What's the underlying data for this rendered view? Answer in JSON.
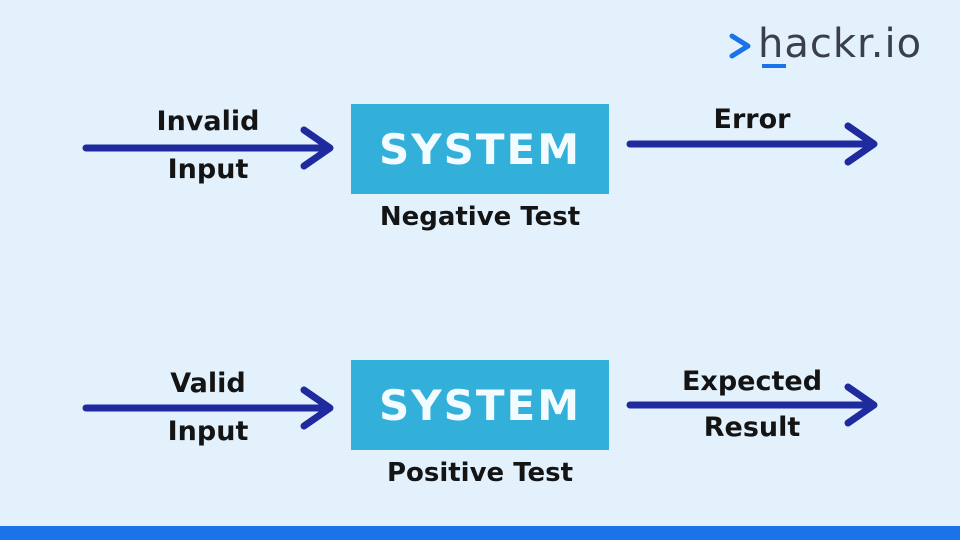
{
  "logo": {
    "text": "hackr.io",
    "colors": {
      "chevron": "#1a73e8",
      "text": "#3a3f4a"
    }
  },
  "diagrams": {
    "negative": {
      "input_line1": "Invalid",
      "input_line2": "Input",
      "system_label": "SYSTEM",
      "output_line1": "Error",
      "caption": "Negative Test"
    },
    "positive": {
      "input_line1": "Valid",
      "input_line2": "Input",
      "system_label": "SYSTEM",
      "output_line1": "Expected",
      "output_line2": "Result",
      "caption": "Positive Test"
    }
  },
  "colors": {
    "background": "#e3f1fc",
    "system_box": "#33b0d9",
    "arrow": "#1f2a9e",
    "bottom_bar": "#1a73e8"
  }
}
